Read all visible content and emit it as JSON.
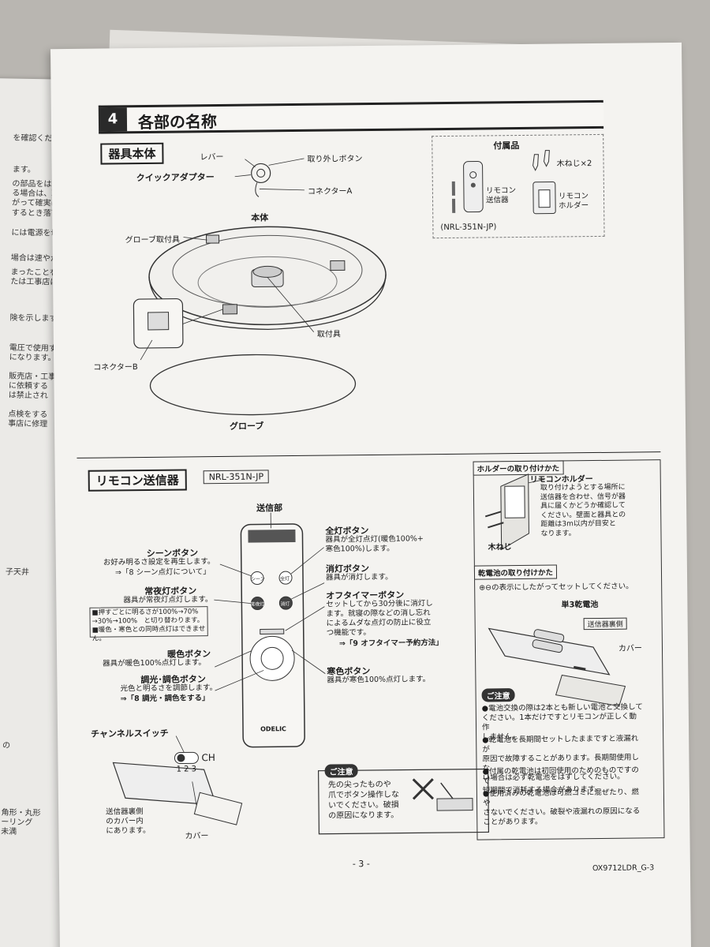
{
  "left_page": {
    "lines": [
      "を確認ください。",
      "ます。",
      "の部品をはずし再",
      "る場合は、取扱説",
      "がって確実に取り",
      "するとき落下し、",
      "には電源を切る",
      "場合は速やかに",
      "まったことを確",
      "たは工事店に",
      "険を示します。",
      "電圧で使用する",
      "になります。",
      "販売店・工事",
      "に依頼する",
      "は禁止され",
      "点検をする",
      "事店に修理",
      "子天井",
      "の",
      "角形・丸形",
      "ーリング",
      "未満"
    ]
  },
  "section": {
    "number": "4",
    "title": "各部の名称"
  },
  "body_unit": {
    "heading": "器具本体",
    "labels": {
      "lever": "レバー",
      "release_button": "取り外しボタン",
      "quick_adapter": "クイックアダプター",
      "connector_a": "コネクターA",
      "main_body": "本体",
      "globe_mount": "グローブ取付具",
      "mount": "取付具",
      "connector_b": "コネクターB",
      "globe": "グローブ"
    }
  },
  "accessories": {
    "heading": "付属品",
    "screws": "木ねじ×2",
    "remote": "リモコン\n送信器",
    "holder": "リモコン\nホルダー",
    "model": "(NRL-351N-JP)"
  },
  "remote_section": {
    "heading": "リモコン送信器",
    "model": "NRL-351N-JP",
    "transmitter": "送信部",
    "scene_button": {
      "title": "シーンボタン",
      "desc": "お好み明るさ設定を再生します。",
      "ref": "⇒「8 シーン点灯について」"
    },
    "night_button": {
      "title": "常夜灯ボタン",
      "desc": "器具が常夜灯点灯します。"
    },
    "night_note": [
      "■押すごとに明るさが100%→70%",
      "→30%→100%　と切り替わります。",
      "■暖色・寒色との同時点灯はできません。"
    ],
    "warm_button": {
      "title": "暖色ボタン",
      "desc": "器具が暖色100%点灯します。"
    },
    "dimmer_button": {
      "title": "調光･調色ボタン",
      "desc": "光色と明るさを調節します。",
      "ref": "⇒「8 調光・調色をする」"
    },
    "all_on_button": {
      "title": "全灯ボタン",
      "desc": "器具が全灯点灯(暖色100%+\n寒色100%)します。"
    },
    "off_button": {
      "title": "消灯ボタン",
      "desc": "器具が消灯します。"
    },
    "timer_button": {
      "title": "オフタイマーボタン",
      "desc": "セットしてから30分後に消灯し\nます。就寝の際などの消し忘れ\nによるムダな点灯の防止に役立\nつ機能です。",
      "ref": "⇒「9 オフタイマー予約方法」"
    },
    "cool_button": {
      "title": "寒色ボタン",
      "desc": "器具が寒色100%点灯します。"
    },
    "channel_switch": "チャンネルスイッチ",
    "channel_label": "CH",
    "channel_nums": "1 2 3",
    "cover_note": "送信器裏側\nのカバー内\nにあります。",
    "cover": "カバー",
    "brand": "ODELIC",
    "btn_labels": {
      "scene": "シーン",
      "allon": "全灯",
      "night": "常夜灯",
      "off": "消灯"
    }
  },
  "small_caution": {
    "tag": "ご注意",
    "text": "先の尖ったものや\n爪でボタン操作しな\nいでください。破損\nの原因になります。"
  },
  "holder_install": {
    "heading": "ホルダーの取り付けかた",
    "holder_label": "リモコンホルダー",
    "screw_label": "木ねじ",
    "text": "取り付けようとする場所に\n送信器を合わせ、信号が器\n具に届くかどうか確認して\nください。壁面と器具との\n距離は3m以内が目安と\nなります。"
  },
  "battery_install": {
    "heading": "乾電池の取り付けかた",
    "text": "⊕⊖の表示にしたがってセットしてください。",
    "battery_label": "単3乾電池",
    "back_label": "送信器裏側",
    "cover_label": "カバー"
  },
  "battery_caution": {
    "tag": "ご注意",
    "bullets": [
      "●電池交換の際は2本とも新しい電池と交換して\nください。1本だけですとリモコンが正しく動作\nしません。",
      "●乾電池を長期間セットしたままですと液漏れが\n原因で故障することがあります。長期間使用しな\nい場合は必ず乾電池をはずしてください。",
      "●付属の乾電池は初回使用のためのものですので\n短期間で消耗する場合があります。",
      "●使用済みの乾電池は可燃ゴミに混ぜたり、燃や\nさないでください。破裂や液漏れの原因になる\nことがあります。"
    ]
  },
  "footer": {
    "page": "- 3 -",
    "code": "OX9712LDR_G-3"
  },
  "colors": {
    "paper": "#f4f3f0",
    "ink": "#1c1c1c",
    "background": "#b9b6b1"
  }
}
